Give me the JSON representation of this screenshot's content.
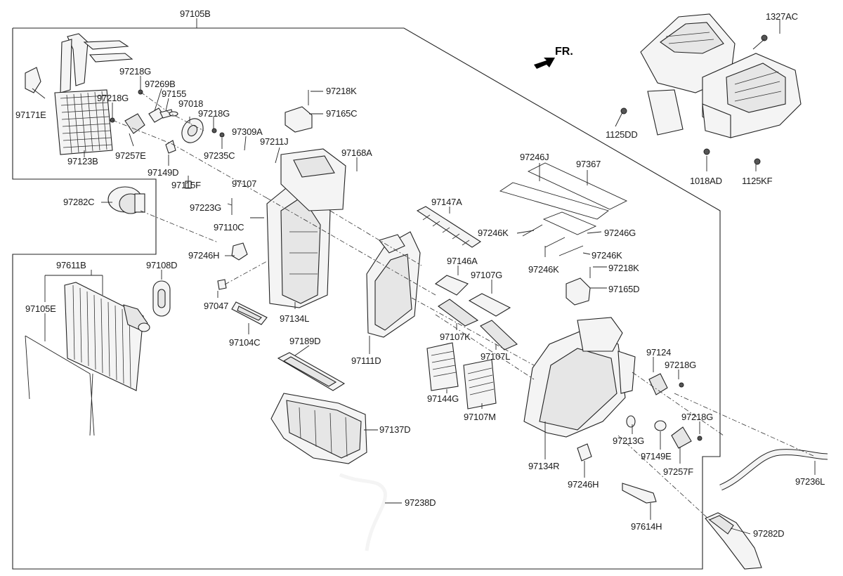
{
  "title": "",
  "orientation_label": "FR.",
  "labels": {
    "p97105B": "97105B",
    "p1327AC": "1327AC",
    "p97218G_a": "97218G",
    "p97269B": "97269B",
    "p97155": "97155",
    "p97218G_b": "97218G",
    "p97018": "97018",
    "p97218G_c": "97218G",
    "p97171E": "97171E",
    "p97123B": "97123B",
    "p97257E": "97257E",
    "p97235C": "97235C",
    "p97309A": "97309A",
    "p97211J": "97211J",
    "p97149D": "97149D",
    "p97115F": "97115F",
    "p97107": "97107",
    "p97218K_a": "97218K",
    "p97165C": "97165C",
    "p97168A": "97168A",
    "p1125DD": "1125DD",
    "p1018AD": "1018AD",
    "p1125KF": "1125KF",
    "p97282C": "97282C",
    "p97223G": "97223G",
    "p97110C": "97110C",
    "p97246J": "97246J",
    "p97367": "97367",
    "p97147A": "97147A",
    "p97246K_a": "97246K",
    "p97246G": "97246G",
    "p97246K_b": "97246K",
    "p97246K_c": "97246K",
    "p97218K_b": "97218K",
    "p97165D": "97165D",
    "p97246H_a": "97246H",
    "p97611B": "97611B",
    "p97108D": "97108D",
    "p97105E": "97105E",
    "p97047": "97047",
    "p97134L": "97134L",
    "p97104C": "97104C",
    "p97146A": "97146A",
    "p97107G": "97107G",
    "p97107K": "97107K",
    "p97107L": "97107L",
    "p97111D": "97111D",
    "p97189D": "97189D",
    "p97124": "97124",
    "p97218G_d": "97218G",
    "p97144G": "97144G",
    "p97107M": "97107M",
    "p97137D": "97137D",
    "p97218G_e": "97218G",
    "p97213G": "97213G",
    "p97149E": "97149E",
    "p97257F": "97257F",
    "p97134R": "97134R",
    "p97246H_b": "97246H",
    "p97236L": "97236L",
    "p97238D": "97238D",
    "p97614H": "97614H",
    "p97282D": "97282D"
  }
}
